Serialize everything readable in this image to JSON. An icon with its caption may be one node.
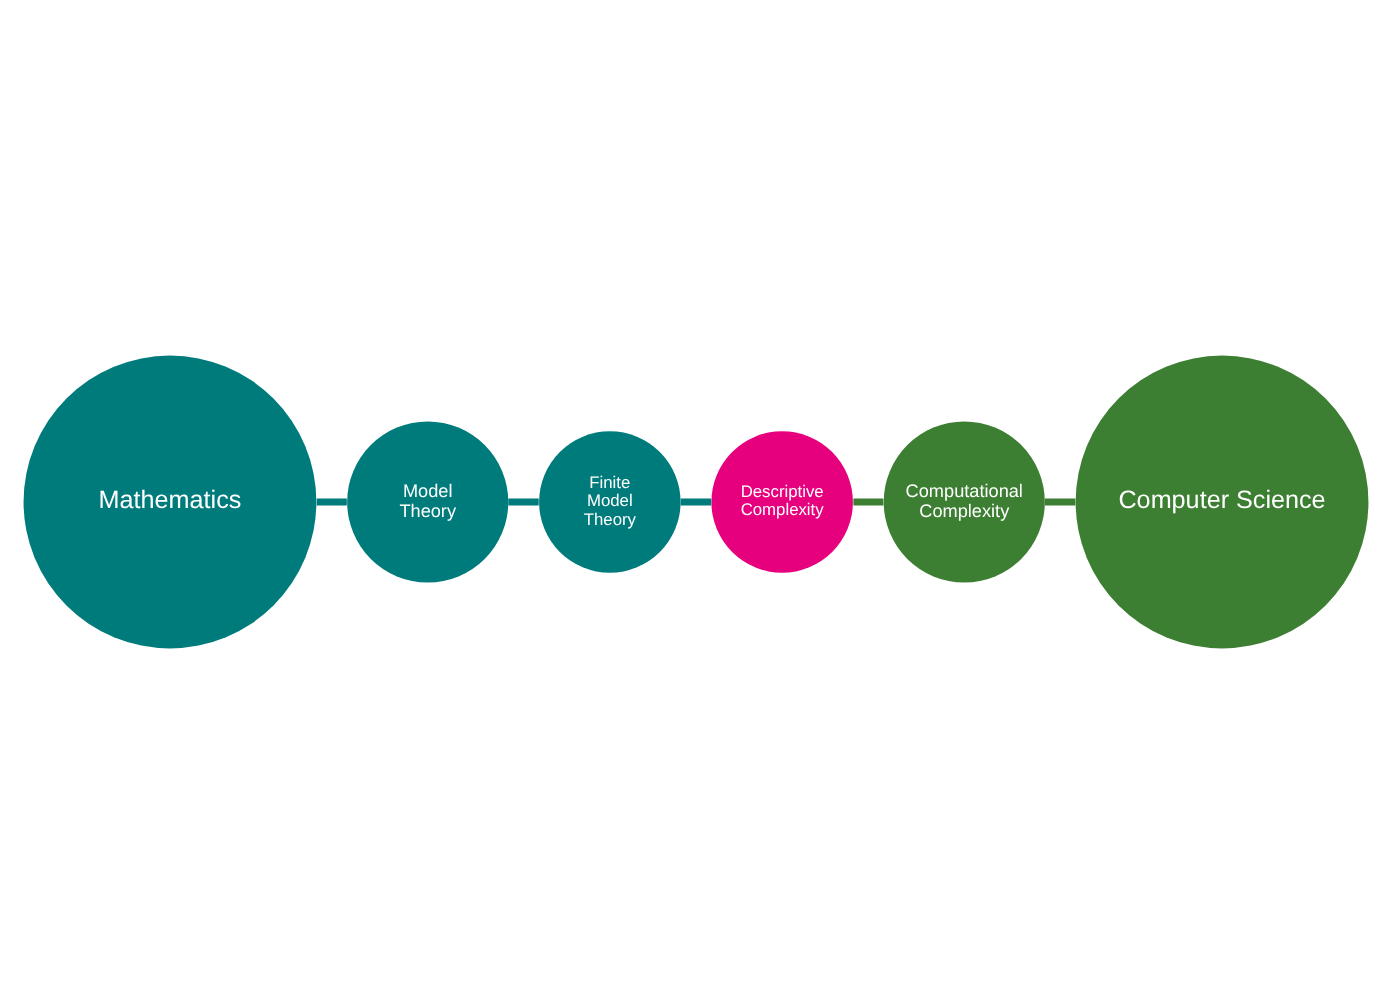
{
  "diagram": {
    "nodes": [
      {
        "text": [
          "Mathematics"
        ]
      },
      {
        "text": [
          "Model Theory"
        ]
      },
      {
        "text": [
          "Finite Model Theory"
        ]
      },
      {
        "text": [
          "Descriptive Complexity"
        ]
      },
      {
        "text": [
          "Computational Complexity"
        ]
      },
      {
        "text": [
          "Computer Science"
        ]
      }
    ],
    "edges": [
      {
        "from": 0,
        "to": 1,
        "arrow": "none"
      },
      {
        "from": 1,
        "to": 2,
        "arrow": "none"
      },
      {
        "from": 2,
        "to": 3,
        "arrow": "none"
      },
      {
        "from": 3,
        "to": 4,
        "arrow": "none",
        "color": "#3d7f32"
      },
      {
        "from": 4,
        "to": 5,
        "arrow": "none",
        "color": "#3d7f32"
      }
    ]
  }
}
